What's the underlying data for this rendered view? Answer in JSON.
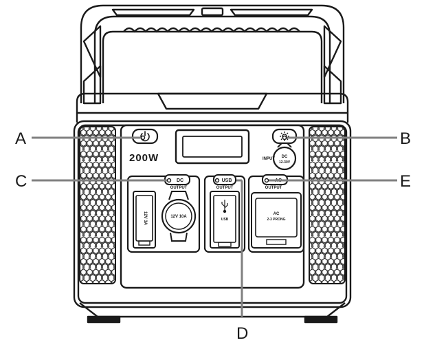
{
  "diagram": {
    "callouts": [
      {
        "id": "A",
        "letter": "A"
      },
      {
        "id": "B",
        "letter": "B"
      },
      {
        "id": "C",
        "letter": "C"
      },
      {
        "id": "D",
        "letter": "D"
      },
      {
        "id": "E",
        "letter": "E"
      }
    ],
    "labels": {
      "wattage": "200W",
      "input": "INPUT",
      "dc_input_1": "DC",
      "dc_input_2": "12-30V",
      "dc_button": "DC",
      "usb_button": "USB",
      "ac_button": "AC",
      "output_dc": "OUTPUT",
      "output_usb": "OUTPUT",
      "output_ac": "OUTPUT",
      "dc_port_small": "12V 3A",
      "dc_port_large": "12V 10A",
      "usb_port": "USB",
      "ac_port_1": "AC",
      "ac_port_2": "2-3 PRONG"
    },
    "icons": {
      "power": "power-icon",
      "light": "sun-light-icon",
      "usb": "usb-trident-icon"
    },
    "colors": {
      "line": "#1a1a1a",
      "background": "#ffffff",
      "callout_line": "#808080"
    }
  }
}
